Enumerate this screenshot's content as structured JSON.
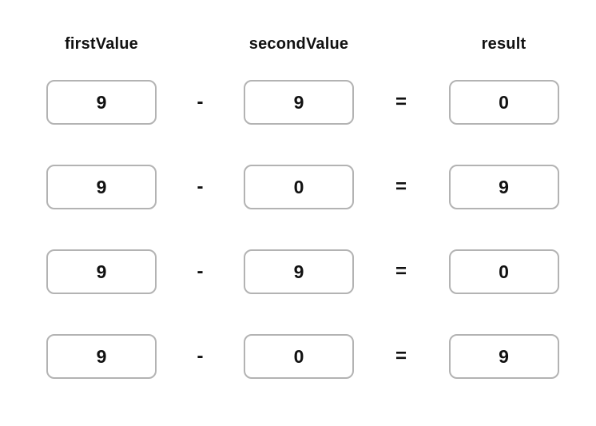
{
  "columns": {
    "first_label": "firstValue",
    "second_label": "secondValue",
    "result_label": "result"
  },
  "operators": {
    "minus": "-",
    "equals": "="
  },
  "rows": [
    {
      "first": "9",
      "second": "9",
      "result": "0"
    },
    {
      "first": "9",
      "second": "0",
      "result": "9"
    },
    {
      "first": "9",
      "second": "9",
      "result": "0"
    },
    {
      "first": "9",
      "second": "0",
      "result": "9"
    }
  ],
  "colors": {
    "background": "#ffffff",
    "box_border": "#b3b3b3",
    "text": "#111111"
  }
}
